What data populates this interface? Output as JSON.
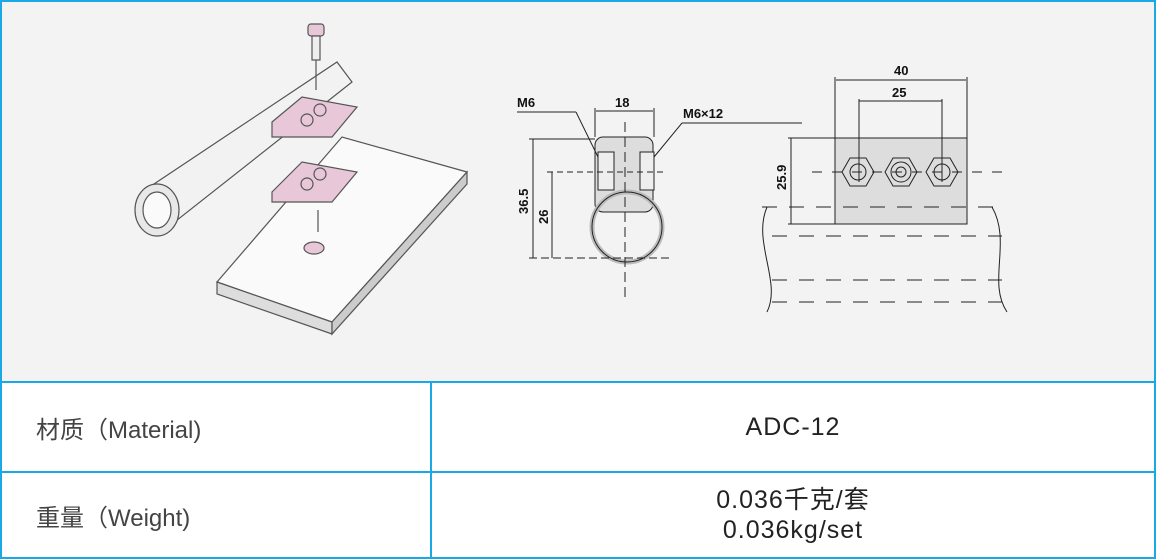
{
  "drawing": {
    "labels": {
      "nut": "M6",
      "width": "18",
      "bolt": "M6×12",
      "height_total": "36.5",
      "height_center": "26",
      "length": "40",
      "hole_spacing": "25",
      "block_height": "25.9"
    }
  },
  "specs": [
    {
      "label": "材质（Material)",
      "values": [
        "ADC-12"
      ]
    },
    {
      "label": "重量（Weight)",
      "values": [
        "0.036千克/套",
        "0.036kg/set"
      ]
    }
  ],
  "colors": {
    "border": "#1aa9e6",
    "panel": "#f3f3f3",
    "part": "#e8c8d8"
  }
}
